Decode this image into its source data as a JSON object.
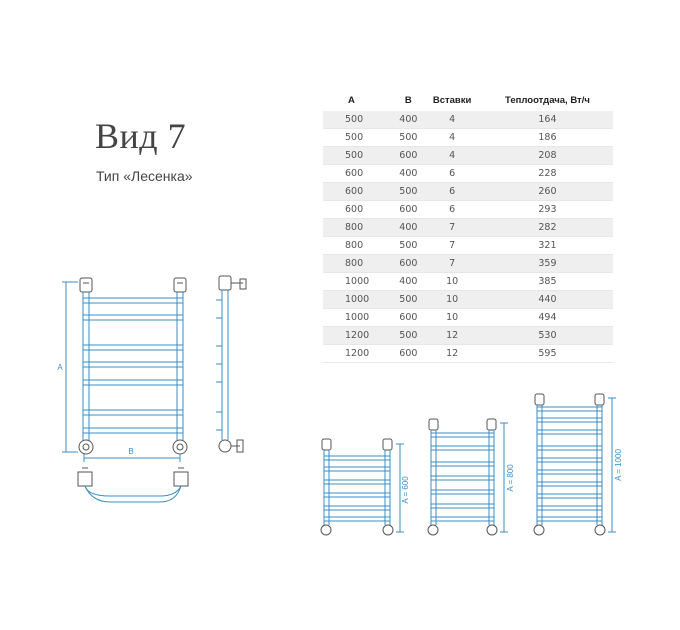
{
  "title": "Вид 7",
  "subtitle": "Тип «Лесенка»",
  "table": {
    "headers": [
      "A",
      "B",
      "Вставки",
      "Теплоотдача, Вт/ч"
    ],
    "rows": [
      [
        "500",
        "400",
        "4",
        "164"
      ],
      [
        "500",
        "500",
        "4",
        "186"
      ],
      [
        "500",
        "600",
        "4",
        "208"
      ],
      [
        "600",
        "400",
        "6",
        "228"
      ],
      [
        "600",
        "500",
        "6",
        "260"
      ],
      [
        "600",
        "600",
        "6",
        "293"
      ],
      [
        "800",
        "400",
        "7",
        "282"
      ],
      [
        "800",
        "500",
        "7",
        "321"
      ],
      [
        "800",
        "600",
        "7",
        "359"
      ],
      [
        "1000",
        "400",
        "10",
        "385"
      ],
      [
        "1000",
        "500",
        "10",
        "440"
      ],
      [
        "1000",
        "600",
        "10",
        "494"
      ],
      [
        "1200",
        "500",
        "12",
        "530"
      ],
      [
        "1200",
        "600",
        "12",
        "595"
      ]
    ]
  },
  "drawing": {
    "label_a": "A",
    "label_b": "B",
    "variants": [
      "A = 600",
      "A = 800",
      "A = 1000"
    ],
    "line_color": "#3b8ec4"
  }
}
